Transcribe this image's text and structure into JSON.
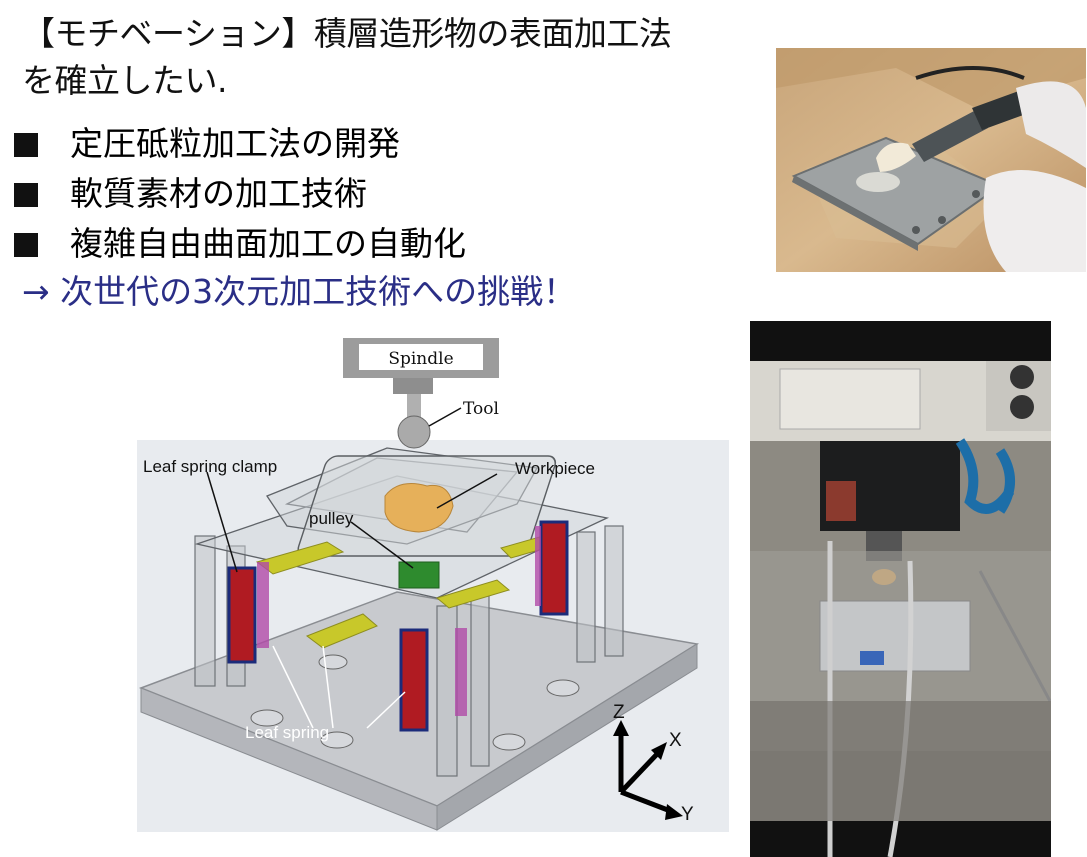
{
  "motivation": {
    "line1": "【モチベーション】積層造形物の表面加工法",
    "line2": "を確立したい.",
    "bullets": [
      "定圧砥粒加工法の開発",
      "軟質素材の加工技術",
      "複雑自由曲面加工の自動化"
    ],
    "arrow_text": "→ 次世代の3次元加工技術への挑戦！"
  },
  "diagram": {
    "spindle": "Spindle",
    "tool": "Tool",
    "leaf_spring_clamp": "Leaf spring clamp",
    "workpiece": "Workpiece",
    "pulley": "pulley",
    "leaf_spring": "Leaf spring",
    "axis_z": "Z",
    "axis_x": "X",
    "axis_y": "Y"
  },
  "colors": {
    "arrow_text": "#2a2e86",
    "clamp_red": "#b01b22",
    "spring_yellow": "#c8c82a",
    "pulley_green": "#2e8b2e"
  }
}
